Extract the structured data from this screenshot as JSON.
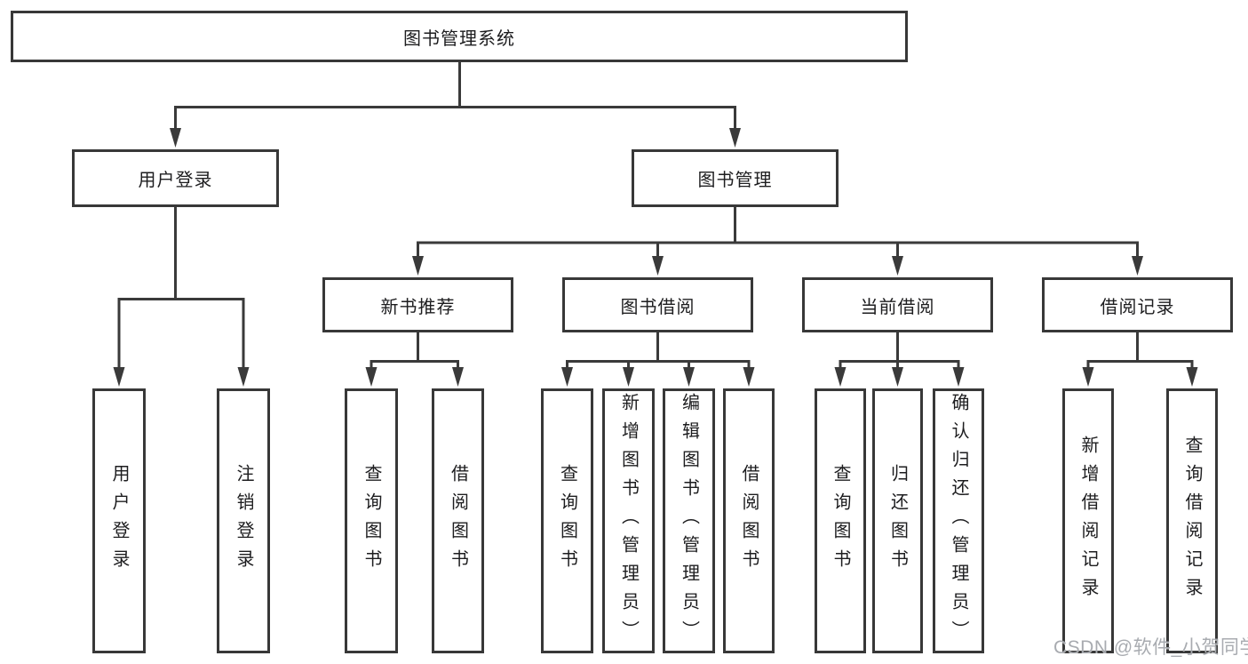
{
  "nodes": {
    "root": {
      "label": "图书管理系统"
    },
    "level1": [
      {
        "label": "用户登录"
      },
      {
        "label": "图书管理"
      }
    ],
    "level2": [
      {
        "label": "新书推荐"
      },
      {
        "label": "图书借阅"
      },
      {
        "label": "当前借阅"
      },
      {
        "label": "借阅记录"
      }
    ],
    "leaves": {
      "user_login": [
        "用户登录",
        "注销登录"
      ],
      "new_book_recommendation": [
        "查询图书",
        "借阅图书"
      ],
      "book_borrowing": [
        "查询图书",
        "新增图书（管理员）",
        "编辑图书（管理员）",
        "借阅图书"
      ],
      "current_borrowing": [
        "查询图书",
        "归还图书",
        "确认归还（管理员）"
      ],
      "borrowing_records": [
        "新增借阅记录",
        "查询借阅记录"
      ]
    }
  },
  "watermark": {
    "text": "CSDN @软件_小贺同学"
  },
  "colors": {
    "line": "#3a3a3a",
    "box_border": "#383838",
    "text": "#1d1d1f",
    "watermark": "#a3a6ac",
    "background": "#ffffff"
  }
}
